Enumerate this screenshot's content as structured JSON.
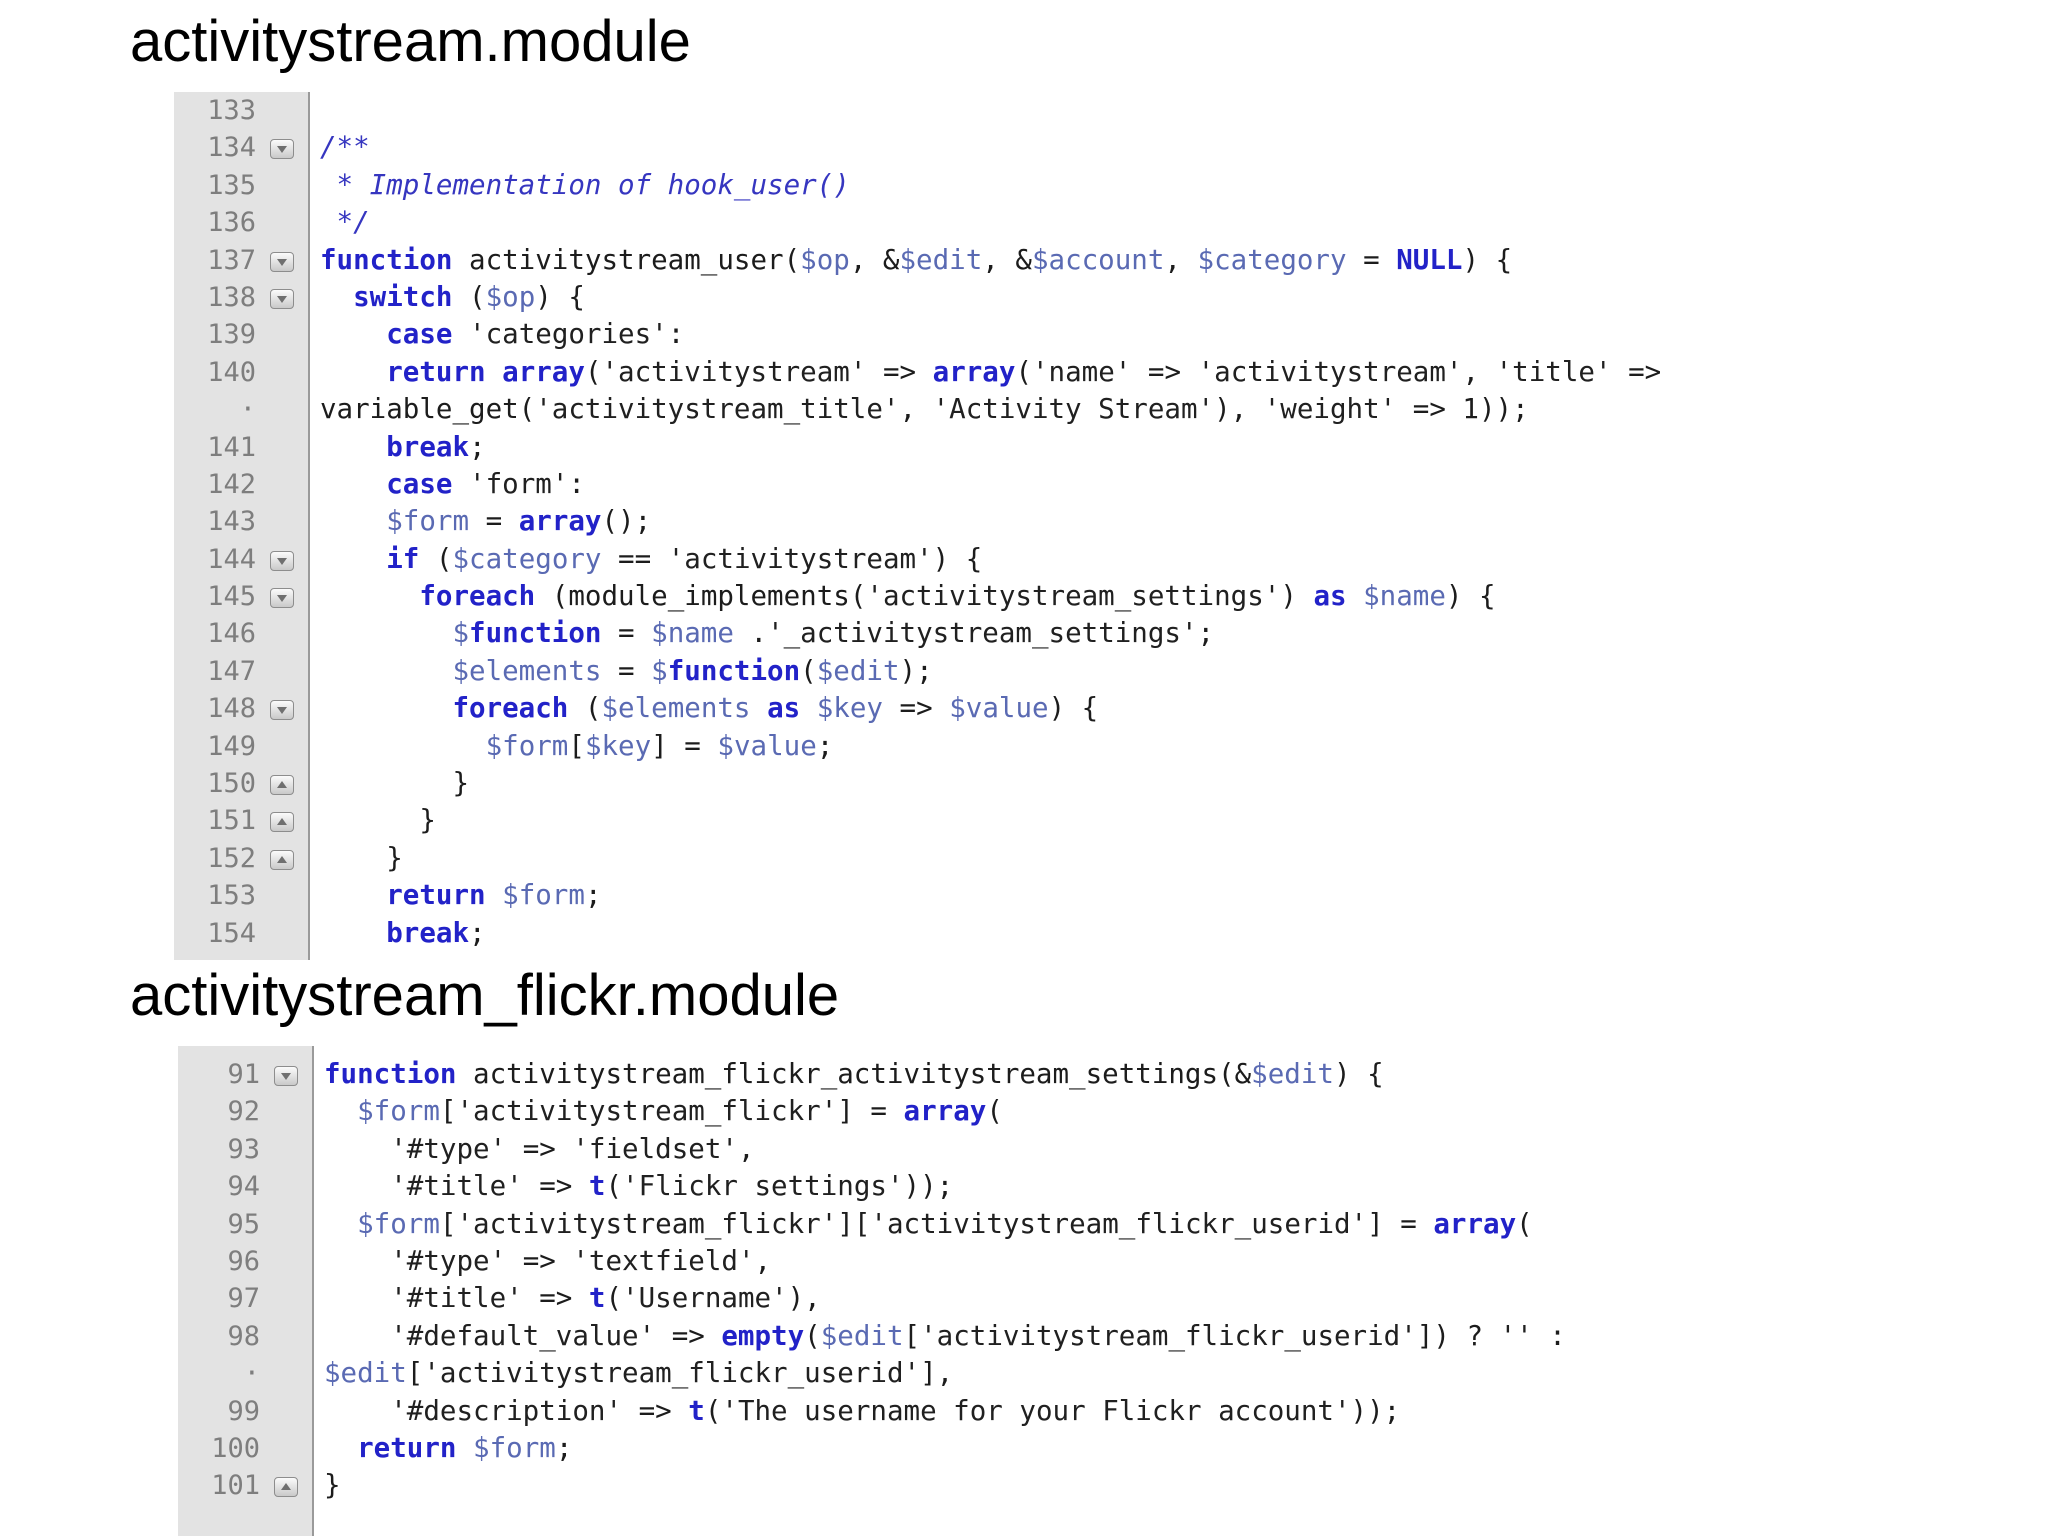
{
  "files": [
    {
      "title": "activitystream.module",
      "lines": [
        {
          "n": "133",
          "fold": "",
          "code": ""
        },
        {
          "n": "134",
          "fold": "open",
          "code": "/**"
        },
        {
          "n": "135",
          "fold": "",
          "code": " * Implementation of hook_user()"
        },
        {
          "n": "136",
          "fold": "",
          "code": " */"
        },
        {
          "n": "137",
          "fold": "open",
          "code": "function activitystream_user($op, &$edit, &$account, $category = NULL) {"
        },
        {
          "n": "138",
          "fold": "open",
          "code": "  switch ($op) {"
        },
        {
          "n": "139",
          "fold": "",
          "code": "    case 'categories':"
        },
        {
          "n": "140",
          "fold": "",
          "code": "    return array('activitystream' => array('name' => 'activitystream', 'title' =>"
        },
        {
          "n": "·",
          "fold": "",
          "code": "variable_get('activitystream_title', 'Activity Stream'), 'weight' => 1));"
        },
        {
          "n": "141",
          "fold": "",
          "code": "    break;"
        },
        {
          "n": "142",
          "fold": "",
          "code": "    case 'form':"
        },
        {
          "n": "143",
          "fold": "",
          "code": "    $form = array();"
        },
        {
          "n": "144",
          "fold": "open",
          "code": "    if ($category == 'activitystream') {"
        },
        {
          "n": "145",
          "fold": "open",
          "code": "      foreach (module_implements('activitystream_settings') as $name) {"
        },
        {
          "n": "146",
          "fold": "",
          "code": "        $function = $name .'_activitystream_settings';"
        },
        {
          "n": "147",
          "fold": "",
          "code": "        $elements = $function($edit);"
        },
        {
          "n": "148",
          "fold": "open",
          "code": "        foreach ($elements as $key => $value) {"
        },
        {
          "n": "149",
          "fold": "",
          "code": "          $form[$key] = $value;"
        },
        {
          "n": "150",
          "fold": "close",
          "code": "        }"
        },
        {
          "n": "151",
          "fold": "close",
          "code": "      }"
        },
        {
          "n": "152",
          "fold": "close",
          "code": "    }"
        },
        {
          "n": "153",
          "fold": "",
          "code": "    return $form;"
        },
        {
          "n": "154",
          "fold": "",
          "code": "    break;"
        }
      ]
    },
    {
      "title": "activitystream_flickr.module",
      "lines": [
        {
          "n": "91",
          "fold": "open",
          "code": "function activitystream_flickr_activitystream_settings(&$edit) {"
        },
        {
          "n": "92",
          "fold": "",
          "code": "  $form['activitystream_flickr'] = array("
        },
        {
          "n": "93",
          "fold": "",
          "code": "    '#type' => 'fieldset',"
        },
        {
          "n": "94",
          "fold": "",
          "code": "    '#title' => t('Flickr settings'));"
        },
        {
          "n": "95",
          "fold": "",
          "code": "  $form['activitystream_flickr']['activitystream_flickr_userid'] = array("
        },
        {
          "n": "96",
          "fold": "",
          "code": "    '#type' => 'textfield',"
        },
        {
          "n": "97",
          "fold": "",
          "code": "    '#title' => t('Username'),"
        },
        {
          "n": "98",
          "fold": "",
          "code": "    '#default_value' => empty($edit['activitystream_flickr_userid']) ? '' :"
        },
        {
          "n": "·",
          "fold": "",
          "code": "$edit['activitystream_flickr_userid'],"
        },
        {
          "n": "99",
          "fold": "",
          "code": "    '#description' => t('The username for your Flickr account'));"
        },
        {
          "n": "100",
          "fold": "",
          "code": "  return $form;"
        },
        {
          "n": "101",
          "fold": "close",
          "code": "}"
        }
      ]
    }
  ]
}
